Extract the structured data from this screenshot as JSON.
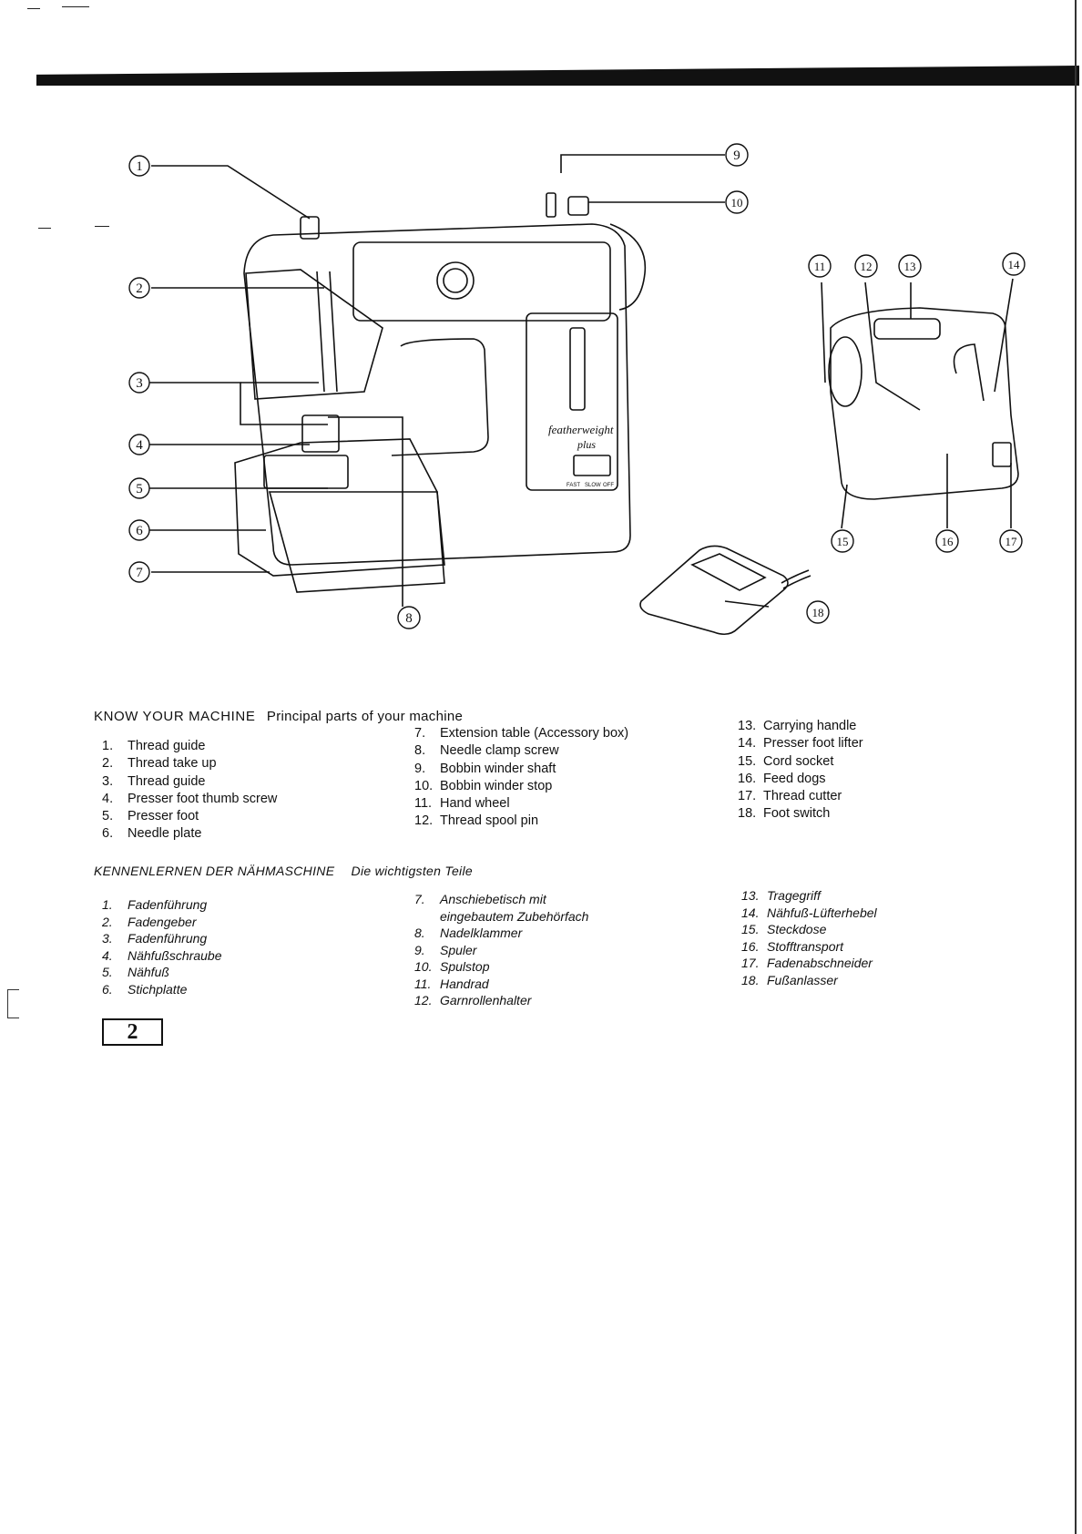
{
  "header": {
    "title_en": "KNOW YOUR MACHINE",
    "subtitle_en": "Principal parts of your machine",
    "title_de": "KENNENLERNEN DER NÄHMASCHINE",
    "subtitle_de": "Die wichtigsten Teile"
  },
  "machine_label": {
    "brand": "featherweight",
    "model": "plus",
    "switch": [
      "FAST",
      "SLOW",
      "OFF"
    ]
  },
  "callouts": [
    "1",
    "2",
    "3",
    "4",
    "5",
    "6",
    "7",
    "8",
    "9",
    "10",
    "11",
    "12",
    "13",
    "14",
    "15",
    "16",
    "17",
    "18"
  ],
  "parts_en": {
    "col1": [
      {
        "num": "1.",
        "label": "Thread guide"
      },
      {
        "num": "2.",
        "label": "Thread take up"
      },
      {
        "num": "3.",
        "label": "Thread guide"
      },
      {
        "num": "4.",
        "label": "Presser foot thumb screw"
      },
      {
        "num": "5.",
        "label": "Presser foot"
      },
      {
        "num": "6.",
        "label": "Needle plate"
      }
    ],
    "col2": [
      {
        "num": "7.",
        "label": "Extension table (Accessory box)"
      },
      {
        "num": "8.",
        "label": "Needle clamp screw"
      },
      {
        "num": "9.",
        "label": "Bobbin winder shaft"
      },
      {
        "num": "10.",
        "label": "Bobbin winder stop"
      },
      {
        "num": "11.",
        "label": "Hand wheel"
      },
      {
        "num": "12.",
        "label": "Thread spool pin"
      }
    ],
    "col3": [
      {
        "num": "13.",
        "label": "Carrying handle"
      },
      {
        "num": "14.",
        "label": "Presser foot lifter"
      },
      {
        "num": "15.",
        "label": "Cord socket"
      },
      {
        "num": "16.",
        "label": "Feed dogs"
      },
      {
        "num": "17.",
        "label": "Thread cutter"
      },
      {
        "num": "18.",
        "label": "Foot switch"
      }
    ]
  },
  "parts_de": {
    "col1": [
      {
        "num": "1.",
        "label": "Fadenführung"
      },
      {
        "num": "2.",
        "label": "Fadengeber"
      },
      {
        "num": "3.",
        "label": "Fadenführung"
      },
      {
        "num": "4.",
        "label": "Nähfußschraube"
      },
      {
        "num": "5.",
        "label": "Nähfuß"
      },
      {
        "num": "6.",
        "label": "Stichplatte"
      }
    ],
    "col2": [
      {
        "num": "7.",
        "label": "Anschiebetisch mit"
      },
      {
        "num": "",
        "label": "eingebautem Zubehörfach"
      },
      {
        "num": "8.",
        "label": "Nadelklammer"
      },
      {
        "num": "9.",
        "label": "Spuler"
      },
      {
        "num": "10.",
        "label": "Spulstop"
      },
      {
        "num": "11.",
        "label": "Handrad"
      },
      {
        "num": "12.",
        "label": "Garnrollenhalter"
      }
    ],
    "col3": [
      {
        "num": "13.",
        "label": "Tragegriff"
      },
      {
        "num": "14.",
        "label": "Nähfuß-Lüfterhebel"
      },
      {
        "num": "15.",
        "label": "Steckdose"
      },
      {
        "num": "16.",
        "label": "Stofftransport"
      },
      {
        "num": "17.",
        "label": "Fadenabschneider"
      },
      {
        "num": "18.",
        "label": "Fußanlasser"
      }
    ]
  },
  "page_number": "2"
}
